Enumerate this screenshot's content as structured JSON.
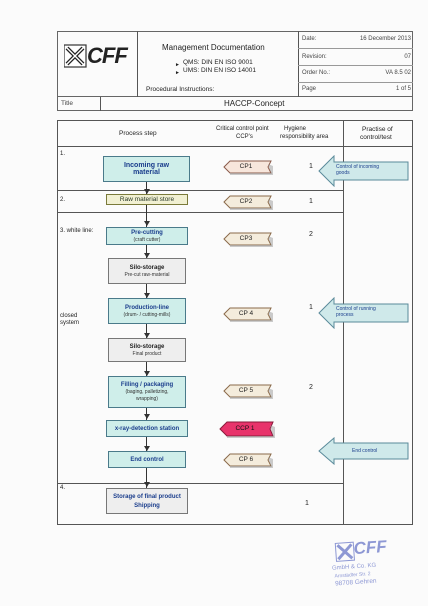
{
  "header": {
    "logo_text": "CFF",
    "doc_title": "Management Documentation",
    "qms": "QMS: DIN EN ISO 9001",
    "ums": "UMS: DIN EN ISO 14001",
    "procedural": "Procedural Instructions:",
    "date_label": "Date:",
    "date_value": "16 December 2013",
    "revision_label": "Revision:",
    "revision_value": "07",
    "order_label": "Order No.:",
    "order_value": "VA 8.5 02",
    "page_label": "Page",
    "page_value": "1 of 5",
    "title_label": "Title",
    "title_value": "HACCP-Concept"
  },
  "columns": {
    "process_step": "Process step",
    "ccp_1": "Critical control point",
    "ccp_2": "CCP's",
    "hygiene_1": "Hygiene",
    "hygiene_2": "responsibility area",
    "practise_1": "Practise of",
    "practise_2": "control/test"
  },
  "sections": {
    "s1": "1.",
    "s2": "2.",
    "s3": "3. white line:",
    "closed_1": "closed",
    "closed_2": "system",
    "s4": "4."
  },
  "steps": {
    "incoming_1": "Incoming raw",
    "incoming_2": "material",
    "store": "Raw material store",
    "precut": "Pre-cutting",
    "precut_sub": "(craft cutter)",
    "silo1": "Silo-storage",
    "silo1_sub": "Pre-cut raw-material",
    "prodline": "Production-line",
    "prodline_sub": "(drum- / cutting-mills)",
    "silo2": "Silo-storage",
    "silo2_sub": "Final product",
    "filling": "Filling / packaging",
    "filling_sub1": "(baging, palletizing,",
    "filling_sub2": "wrapping)",
    "xray": "x-ray-detection station",
    "endcontrol": "End control",
    "storage_1": "Storage of final product",
    "storage_2": "Shipping"
  },
  "ccps": {
    "cp1": "CP1",
    "cp2": "CP2",
    "cp3": "CP3",
    "cp4": "CP 4",
    "cp5": "CP 5",
    "ccp1": "CCP 1",
    "cp6": "CP 6"
  },
  "hygiene": {
    "h1": "1",
    "h2": "1",
    "h3": "2",
    "h4": "1",
    "h5": "2",
    "h6": "1"
  },
  "controls": {
    "incoming_1": "Control of incoming",
    "incoming_2": "goods",
    "running_1": "Control of running",
    "running_2": "process",
    "end": "End control"
  },
  "stamp": {
    "logo": "CFF",
    "line1": "GmbH & Co. KG",
    "line2": "Arnstädter Str. 2",
    "line3": "98708 Gehren"
  },
  "colors": {
    "teal_box": "#cfeeea",
    "ccp_highlight": "#e8336b",
    "callout": "#cfe9ea"
  }
}
